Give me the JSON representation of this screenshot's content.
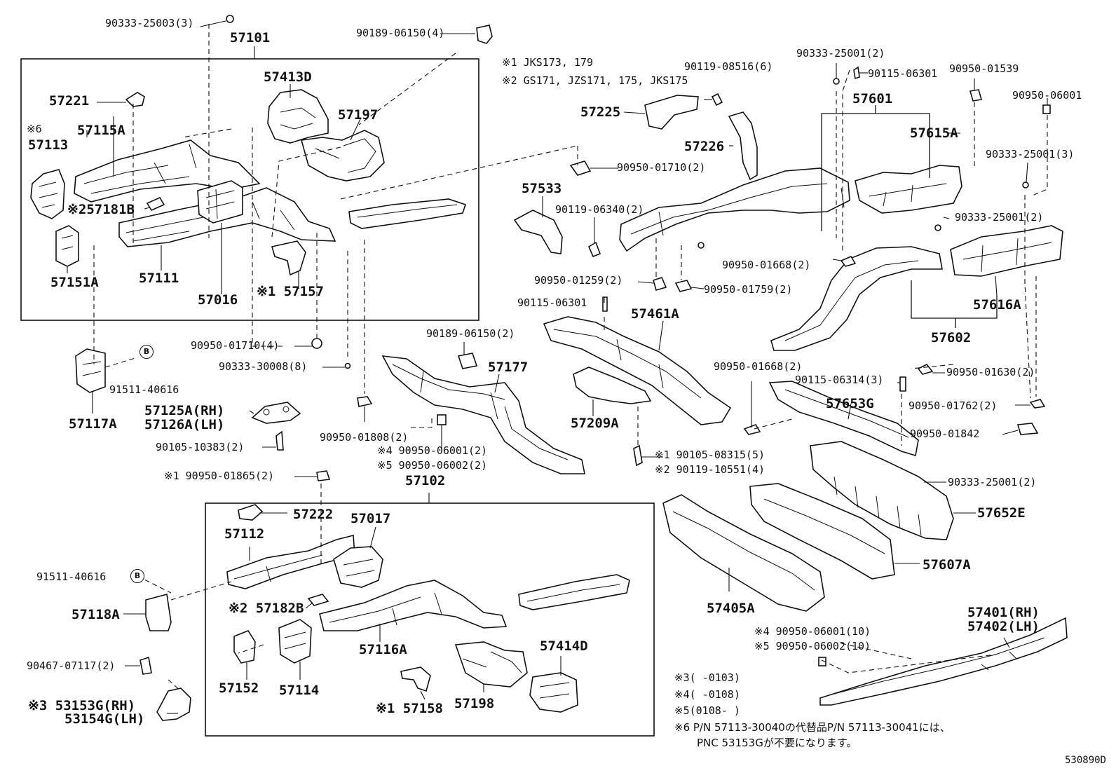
{
  "diagram_id": "530890D",
  "labels": {
    "p57101": "57101",
    "p57102": "57102",
    "p90333_25003": "90333-25003(3)",
    "p90189_06150_4": "90189-06150(4)",
    "p57221": "57221",
    "p57413D": "57413D",
    "p57197": "57197",
    "mark6_a": "※6",
    "p57115A": "57115A",
    "p57113": "57113",
    "p57181B": "※257181B",
    "p57151A": "57151A",
    "p57111": "57111",
    "p57016": "57016",
    "p57157": "※1 57157",
    "p90950_01710_4": "90950-01710(4)",
    "p90333_30008": "90333-30008(8)",
    "p91511_40616_a": "91511-40616",
    "p57117A": "57117A",
    "p57125A": "57125A(RH)",
    "p57126A": "57126A(LH)",
    "p90105_10383": "90105-10383(2)",
    "p90950_01808": "90950-01808(2)",
    "p90189_06150_2": "90189-06150(2)",
    "p57177": "57177",
    "p90950_06001_2": "※4 90950-06001(2)",
    "p90950_06002_2": "※5 90950-06002(2)",
    "p90950_01865": "※1  90950-01865(2)",
    "p57222": "57222",
    "p57112": "57112",
    "p57017": "57017",
    "p91511_40616_b": "91511-40616",
    "p57118A": "57118A",
    "p57182B": "※2 57182B",
    "p57116A": "57116A",
    "p57152": "57152",
    "p57114": "57114",
    "p57158": "※1  57158",
    "p57198": "57198",
    "p57414D": "57414D",
    "p90467_07117": "90467-07117(2)",
    "p53153G": "※3 53153G(RH)",
    "p53154G": "53154G(LH)",
    "note1": "※1 JKS173, 179",
    "note2": "※2 GS171, JZS171, 175, JKS175",
    "p90119_08516": "90119-08516(6)",
    "p57225": "57225",
    "p57226": "57226",
    "p90950_01710_2": "90950-01710(2)",
    "p57533": "57533",
    "p90119_06340": "90119-06340(2)",
    "p90950_01259": "90950-01259(2)",
    "p90950_01759": "90950-01759(2)",
    "p90115_06301_a": "90115-06301",
    "p57461A": "57461A",
    "p57209A": "57209A",
    "p90105_08315": "※1 90105-08315(5)",
    "p90119_10551": "※2 90119-10551(4)",
    "p90333_25001_a": "90333-25001(2)",
    "p90115_06301_b": "90115-06301",
    "p90950_01539": "90950-01539",
    "p90950_06001_top": "90950-06001",
    "p57601": "57601",
    "p57615A": "57615A",
    "p90333_25001_3": "90333-25001(3)",
    "p90333_25001_b": "90333-25001(2)",
    "p90950_01668_a": "90950-01668(2)",
    "p57616A": "57616A",
    "p57602": "57602",
    "p90950_01668_b": "90950-01668(2)",
    "p90115_06314": "90115-06314(3)",
    "p57653G": "57653G",
    "p90950_01630": "90950-01630(2)",
    "p90950_01762": "90950-01762(2)",
    "p90950_01842": "90950-01842",
    "p90333_25001_c": "90333-25001(2)",
    "p57652E": "57652E",
    "p57607A": "57607A",
    "p57405A": "57405A",
    "p57401": "57401(RH)",
    "p57402": "57402(LH)",
    "p90950_06001_10": "※4 90950-06001(10)",
    "p90950_06002_10": "※5 90950-06002(10)"
  },
  "ref_marker": "B",
  "notes": {
    "n3": "※3(      -0103)",
    "n4": "※4(      -0108)",
    "n5": "※5(0108-      )",
    "n6a": "※6 P/N 57113-30040の代替品P/N 57113-30041には、",
    "n6b": "PNC 53153Gが不要になります。"
  }
}
